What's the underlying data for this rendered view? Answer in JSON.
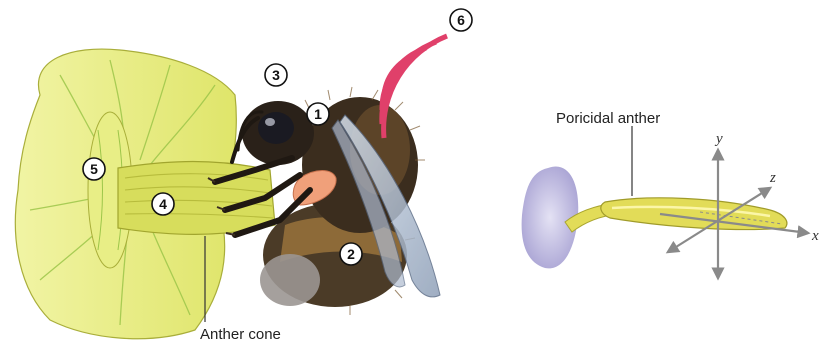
{
  "diagram": {
    "markers": [
      "1",
      "2",
      "3",
      "4",
      "5",
      "6"
    ],
    "labels": {
      "anther_cone": "Anther cone",
      "poricidal_anther": "Poricidal anther"
    },
    "axes": {
      "x": "x",
      "y": "y",
      "z": "z"
    },
    "colors": {
      "petal": "#e6ec7e",
      "anther": "#e2dc58",
      "bee_body": "#4a3a26",
      "bee_band": "#8a6534",
      "sound_waves": "#e0406a",
      "stigma": "#bcb6de",
      "axis_arrows": "#8a8a8a"
    },
    "icons": [
      "bee-illustration",
      "flower-illustration",
      "sound-wave-icon",
      "coordinate-axes-icon"
    ]
  }
}
